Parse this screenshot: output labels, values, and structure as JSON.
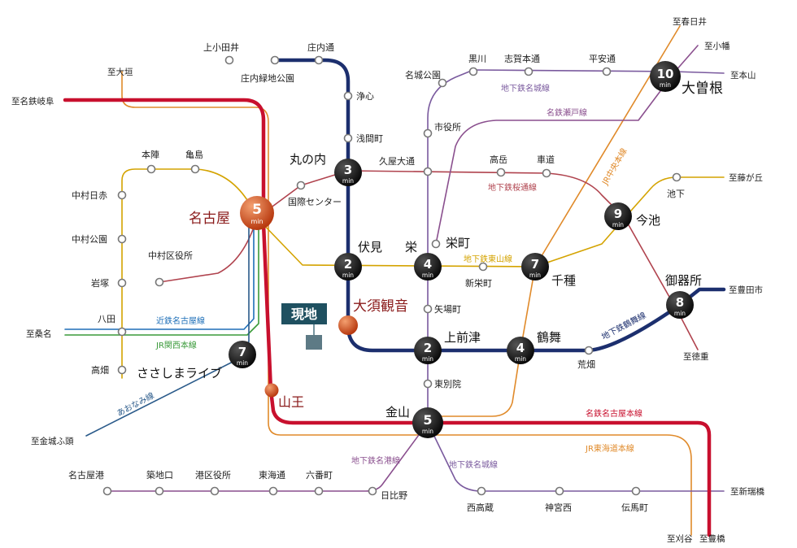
{
  "site_label": "現地",
  "colors": {
    "meitetsu_nagoya": "#c8102e",
    "higashiyama": "#d4a300",
    "meijo": "#7a5a9e",
    "sakuradori": "#b0434e",
    "tsurumai": "#1c2f6e",
    "kintetsu": "#1e6fb8",
    "jr_kansai": "#3a9a3a",
    "jr_chuo": "#e08a2a",
    "jr_tokaido": "#e08a2a",
    "meiko": "#8a4f8e",
    "seto": "#8a4f8e",
    "komaki": "#8a4f8e",
    "aonami": "#2a5a8a",
    "station_fill": "#ffffff",
    "station_stroke": "#777777",
    "hub_fill": "#1a1a1a",
    "nagoya_hub": "#d45a1e",
    "site_box": "#1f5060"
  },
  "line_labels": {
    "meijo_top": "地下鉄名城線",
    "meijo_bottom": "地下鉄名城線",
    "seto": "名鉄瀬戸線",
    "jr_chuo": "JR中央本線",
    "sakuradori": "地下鉄桜通線",
    "higashiyama": "地下鉄東山線",
    "tsurumai": "地下鉄鶴舞線",
    "kintetsu": "近鉄名古屋線",
    "jr_kansai": "JR関西本線",
    "aonami": "あおなみ線",
    "meitetsu": "名鉄名古屋本線",
    "jr_tokaido": "JR東海道本線",
    "meiko": "地下鉄名港線"
  },
  "directions": {
    "kasugai": "至春日井",
    "komaki": "至小幡",
    "motoyama": "至本山",
    "ogaki": "至大垣",
    "gifu": "至名鉄岐阜",
    "fujigaoka": "至藤が丘",
    "toyota": "至豊田市",
    "tokushige": "至徳重",
    "kuwana": "至桑名",
    "kinjo": "至金城ふ頭",
    "shinmizuhashi": "至新瑞橋",
    "kariya": "至刈谷",
    "toyohashi": "至豊橋"
  },
  "stations": {
    "kamiotai": "上小田井",
    "shonaidori": "庄内通",
    "shonai_ryokuchi": "庄内緑地公園",
    "joshin": "浄心",
    "sengencho": "浅間町",
    "meijo_koen": "名城公園",
    "kurokawa": "黒川",
    "shigahondori": "志賀本通",
    "heian_dori": "平安通",
    "shiyakusho": "市役所",
    "hisaya_odori": "久屋大通",
    "takaoka": "高岳",
    "kurumamichi": "車道",
    "honjin": "本陣",
    "kameshima": "亀島",
    "nakamura_nisshaku": "中村日赤",
    "nakamura_koen": "中村公園",
    "iwatsuka": "岩塚",
    "hatta": "八田",
    "takabata": "高畑",
    "nakamura_kuyakusho": "中村区役所",
    "kokusai_center": "国際センター",
    "sakaemachi": "栄町",
    "shin_sakaemachi": "新栄町",
    "yabacho": "矢場町",
    "higashi_betsuin": "東別院",
    "ikeshita": "池下",
    "arahata": "荒畑",
    "nagoyako": "名古屋港",
    "tsukiji_guchi": "築地口",
    "minato_kuyakusho": "港区役所",
    "tokaido": "東海通",
    "rokubancho": "六番町",
    "hibino": "日比野",
    "nishi_takakura": "西高蔵",
    "jingu_nishi": "神宮西",
    "temmacho": "伝馬町",
    "sanno": "山王"
  },
  "hubs": {
    "nagoya": {
      "name": "名古屋",
      "min": "5"
    },
    "marunouchi": {
      "name": "丸の内",
      "min": "3"
    },
    "fushimi": {
      "name": "伏見",
      "min": "2"
    },
    "sakae": {
      "name": "栄",
      "min": "4"
    },
    "chikusa": {
      "name": "千種",
      "min": "7"
    },
    "imaike": {
      "name": "今池",
      "min": "9"
    },
    "ozone": {
      "name": "大曽根",
      "min": "10"
    },
    "gokiso": {
      "name": "御器所",
      "min": "8"
    },
    "kamimaezu": {
      "name": "上前津",
      "min": "2"
    },
    "tsurumai": {
      "name": "鶴舞",
      "min": "4"
    },
    "kanayama": {
      "name": "金山",
      "min": "5"
    },
    "sasashima": {
      "name": "ささしまライブ",
      "min": "7"
    },
    "osu_kannon": {
      "name": "大須観音"
    }
  },
  "unit": "min"
}
